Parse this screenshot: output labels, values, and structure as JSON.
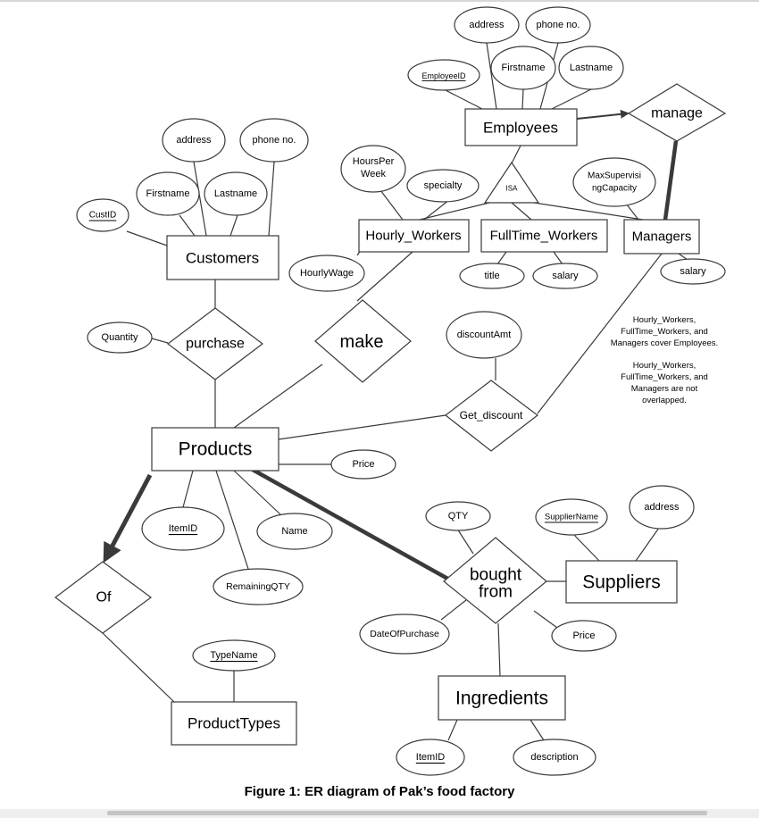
{
  "diagram": {
    "entities": {
      "employees": "Employees",
      "customers": "Customers",
      "hourly_workers": "Hourly_Workers",
      "fulltime_workers": "FullTime_Workers",
      "managers": "Managers",
      "products": "Products",
      "suppliers": "Suppliers",
      "ingredients": "Ingredients",
      "product_types": "ProductTypes"
    },
    "relationships": {
      "manage": "manage",
      "purchase": "purchase",
      "make": "make",
      "get_discount": "Get_discount",
      "bought_from_line1": "bought",
      "bought_from_line2": "from",
      "of": "Of",
      "isa": "ISA"
    },
    "attributes": {
      "emp_address": "address",
      "emp_phone": "phone no.",
      "emp_id": "EmployeeID",
      "emp_firstname": "Firstname",
      "emp_lastname": "Lastname",
      "cust_address": "address",
      "cust_phone": "phone no.",
      "cust_firstname": "Firstname",
      "cust_lastname": "Lastname",
      "cust_id": "CustID",
      "hours_per_week_line1": "HoursPer",
      "hours_per_week_line2": "Week",
      "specialty": "specialty",
      "max_supervising_line1": "MaxSupervisi",
      "max_supervising_line2": "ngCapacity",
      "hourly_wage": "HourlyWage",
      "title": "title",
      "ft_salary": "salary",
      "mgr_salary": "salary",
      "quantity": "Quantity",
      "discount_amt": "discountAmt",
      "price_products": "Price",
      "item_id_products": "ItemID",
      "name": "Name",
      "remaining_qty": "RemainingQTY",
      "qty": "QTY",
      "supplier_name": "SupplierName",
      "supplier_address": "address",
      "date_of_purchase": "DateOfPurchase",
      "price_bought": "Price",
      "type_name": "TypeName",
      "item_id_ingredients": "ItemID",
      "description": "description"
    },
    "notes": {
      "coverage_line1": "Hourly_Workers,",
      "coverage_line2": "FullTime_Workers, and",
      "coverage_line3": "Managers cover Employees.",
      "overlap_line1": "Hourly_Workers,",
      "overlap_line2": "FullTime_Workers, and",
      "overlap_line3": "Managers are not",
      "overlap_line4": "overlapped."
    },
    "caption": "Figure 1: ER diagram of Pak’s food factory"
  }
}
